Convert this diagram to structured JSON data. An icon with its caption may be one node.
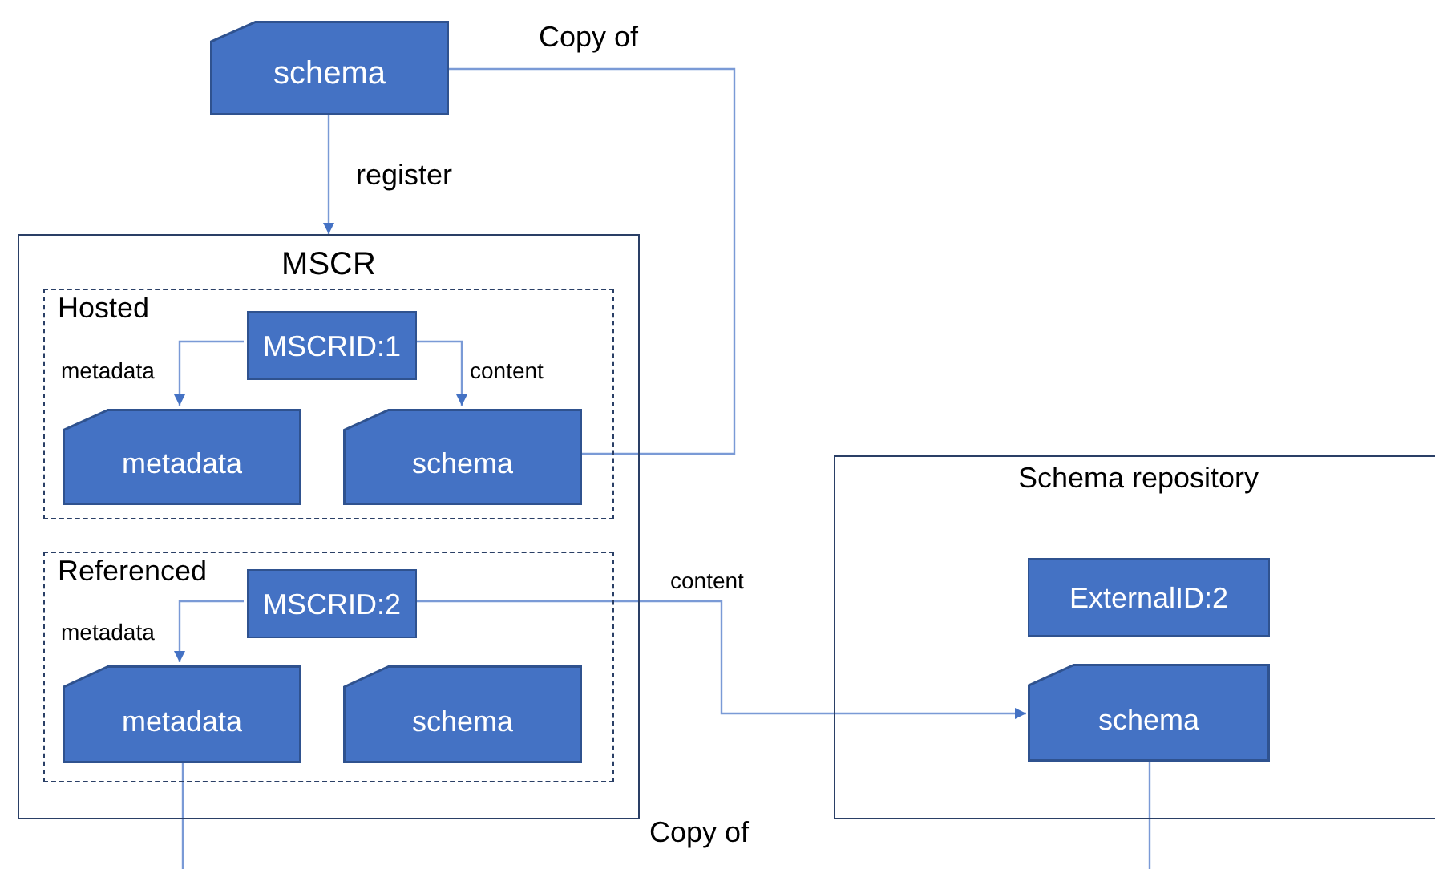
{
  "diagram": {
    "nodes": [
      {
        "text": [
          "schema"
        ]
      },
      {
        "text": [
          "MSCR"
        ]
      },
      {
        "text": [
          "Hosted"
        ],
        "in": 1
      },
      {
        "text": [
          "MSCRID:1"
        ],
        "in": 2
      },
      {
        "text": [
          "metadata"
        ],
        "in": 2
      },
      {
        "text": [
          "schema"
        ],
        "in": 2
      },
      {
        "text": [
          "Referenced"
        ],
        "in": 1
      },
      {
        "text": [
          "MSCRID:2"
        ],
        "in": 6
      },
      {
        "text": [
          "metadata"
        ],
        "in": 6
      },
      {
        "text": [
          "schema"
        ],
        "in": 6
      },
      {
        "text": [
          "Schema repository"
        ]
      },
      {
        "text": [
          "ExternalID:2"
        ],
        "in": 10
      },
      {
        "text": [
          "schema"
        ],
        "in": 10
      }
    ],
    "edges": [
      {
        "from": 0,
        "to": 1,
        "arrow": "to",
        "label": "register"
      },
      {
        "from": 0,
        "to": 5,
        "arrow": "none",
        "label": "Copy of"
      },
      {
        "from": 3,
        "to": 4,
        "arrow": "to",
        "label": "metadata"
      },
      {
        "from": 3,
        "to": 5,
        "arrow": "to",
        "label": "content"
      },
      {
        "from": 7,
        "to": 8,
        "arrow": "to",
        "label": "metadata"
      },
      {
        "from": 7,
        "to": 12,
        "arrow": "to",
        "label": "content"
      },
      {
        "from": 8,
        "to": 12,
        "arrow": "none",
        "label": "Copy of"
      }
    ]
  }
}
